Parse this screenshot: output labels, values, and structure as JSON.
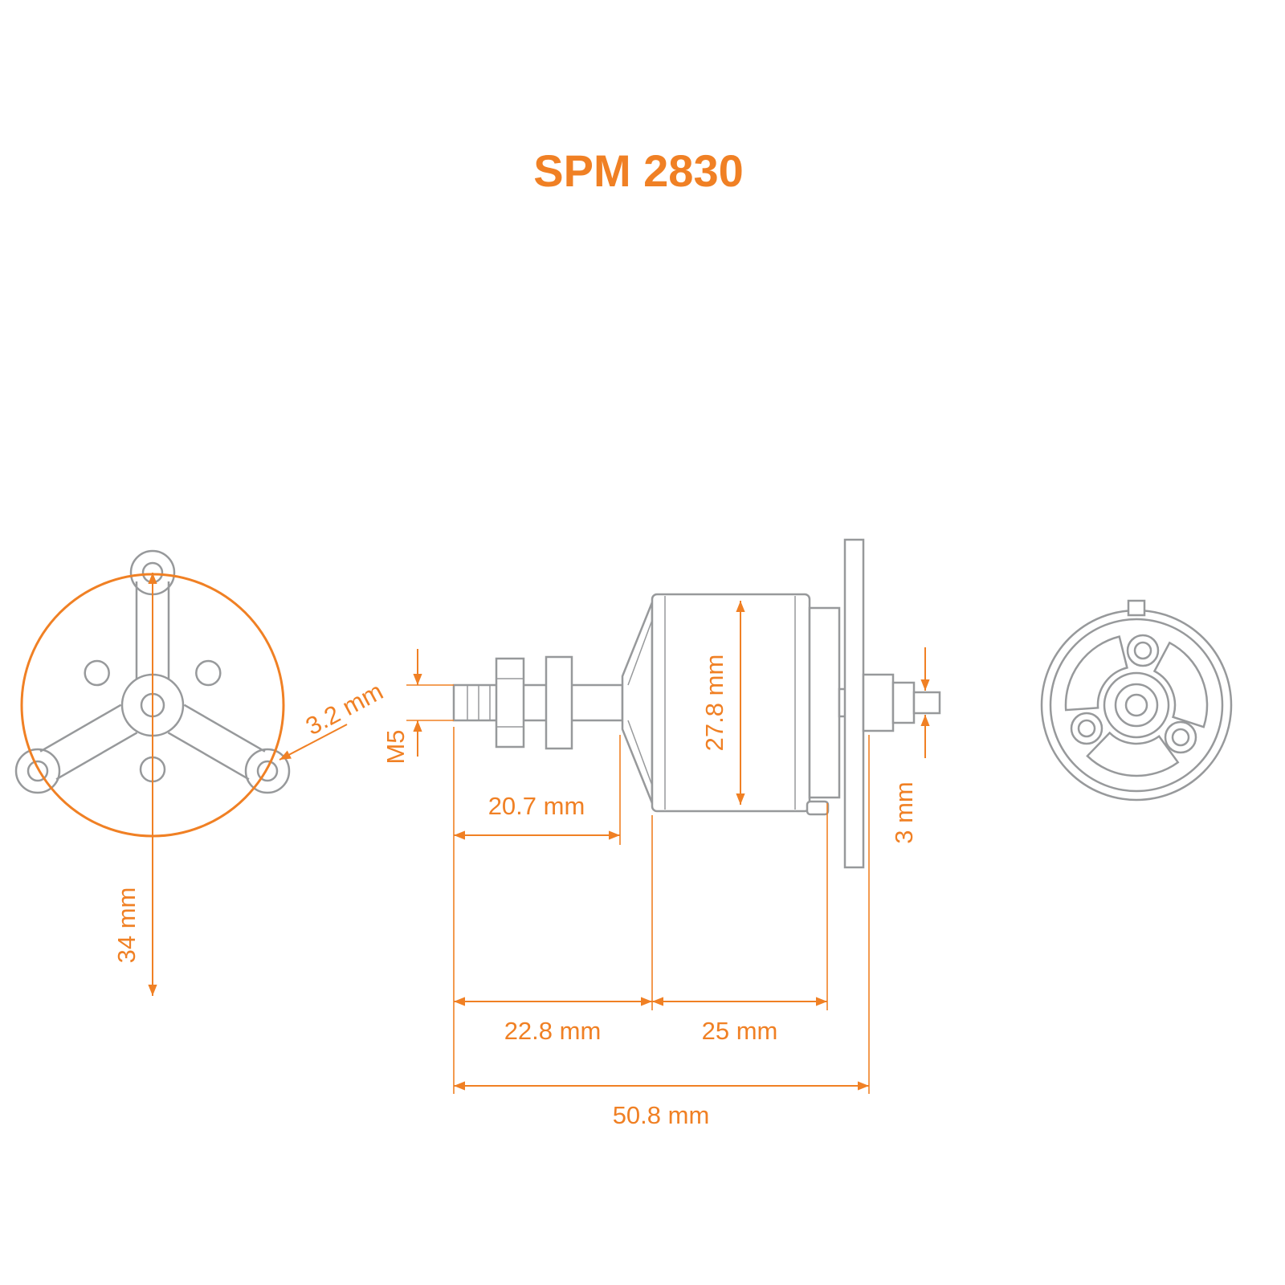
{
  "title": "SPM 2830",
  "colors": {
    "accent": "#F08024",
    "drawing_line": "#97999B",
    "background": "#FFFFFF"
  },
  "dimensions": {
    "mount_hole_diameter": "3.2 mm",
    "mount_height": "34 mm",
    "shaft_thread": "M5",
    "shaft_length": "20.7 mm",
    "can_diameter": "27.8 mm",
    "rear_shaft_diameter": "3 mm",
    "nose_length": "22.8 mm",
    "can_length": "25 mm",
    "overall_length": "50.8 mm"
  }
}
